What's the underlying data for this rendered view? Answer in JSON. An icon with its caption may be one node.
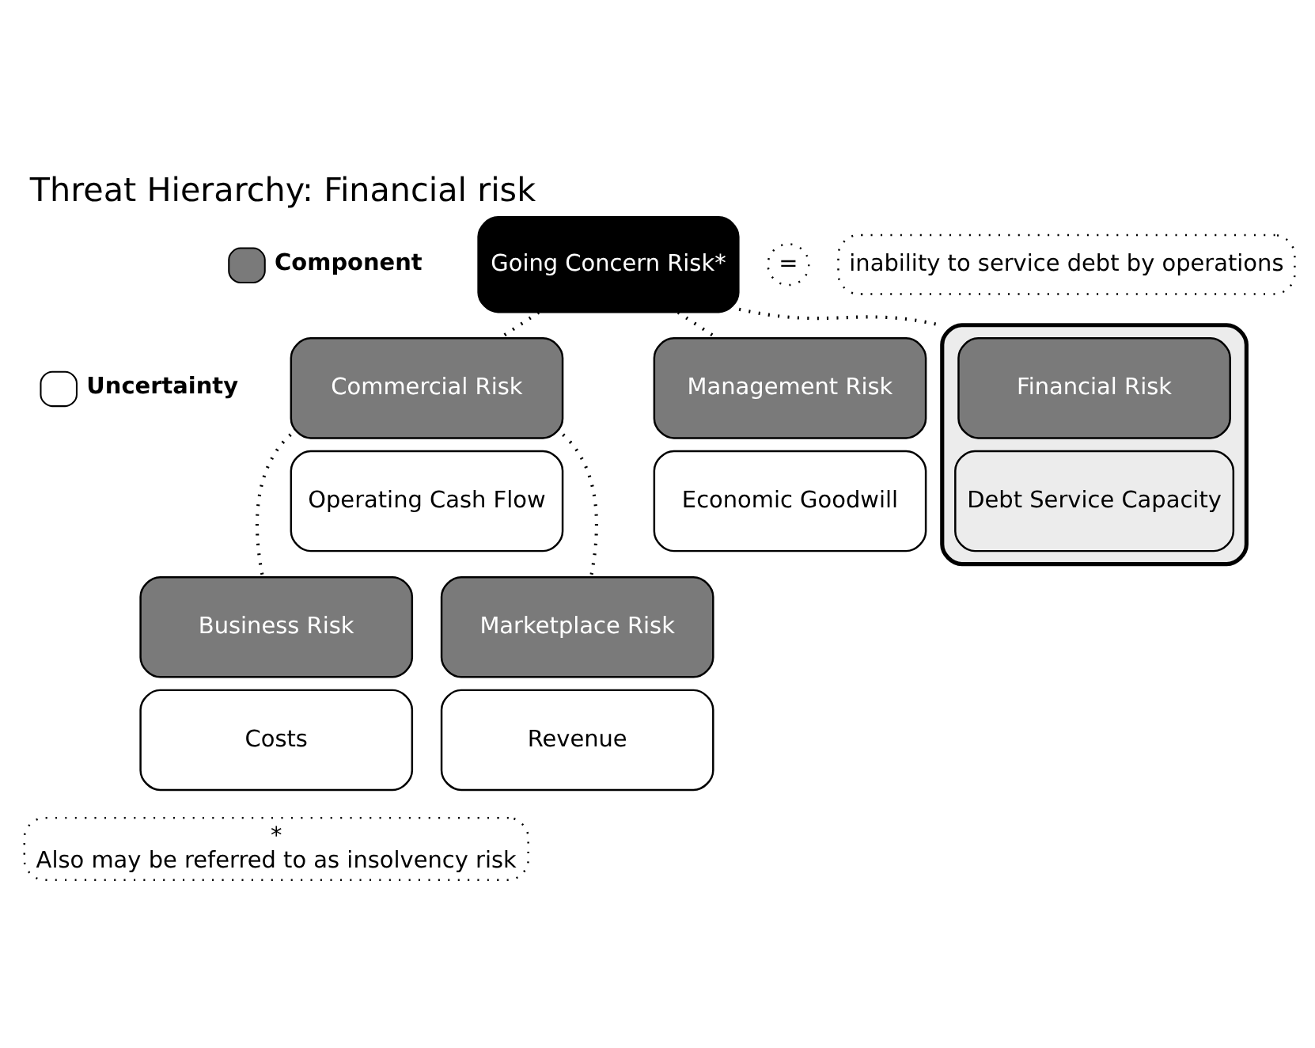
{
  "diagram": {
    "title": "Threat Hierarchy: Financial risk",
    "nodes": [
      {
        "text": [
          "Going Concern Risk*"
        ]
      },
      {
        "text": [
          "="
        ]
      },
      {
        "text": [
          "inability to service debt by operations"
        ]
      },
      {
        "text": [],
        "shape": "box"
      },
      {
        "text": [
          "Financial Risk"
        ],
        "in": 3
      },
      {
        "text": [
          "Debt Service Capacity"
        ],
        "in": 3
      },
      {
        "text": [
          "Commercial Risk"
        ]
      },
      {
        "text": [
          "Operating Cash Flow"
        ]
      },
      {
        "text": [
          "Management Risk"
        ]
      },
      {
        "text": [
          "Economic Goodwill"
        ]
      },
      {
        "text": [
          "Business Risk"
        ]
      },
      {
        "text": [
          "Costs"
        ]
      },
      {
        "text": [
          "Marketplace Risk"
        ]
      },
      {
        "text": [
          "Revenue"
        ]
      },
      {
        "text": [
          "*",
          "Also may be referred to as insolvency risk"
        ]
      }
    ],
    "edges": [
      {
        "from": 0,
        "to": 3,
        "arrow": "none"
      },
      {
        "from": 0,
        "to": 6,
        "arrow": "none"
      },
      {
        "from": 0,
        "to": 8,
        "arrow": "none"
      },
      {
        "from": 6,
        "to": 10,
        "arrow": "none"
      },
      {
        "from": 6,
        "to": 12,
        "arrow": "none"
      }
    ],
    "legend": [
      {
        "text": "Component",
        "color": "#7a7a7a"
      },
      {
        "text": "Uncertainty",
        "color": "#ffffff"
      }
    ]
  }
}
